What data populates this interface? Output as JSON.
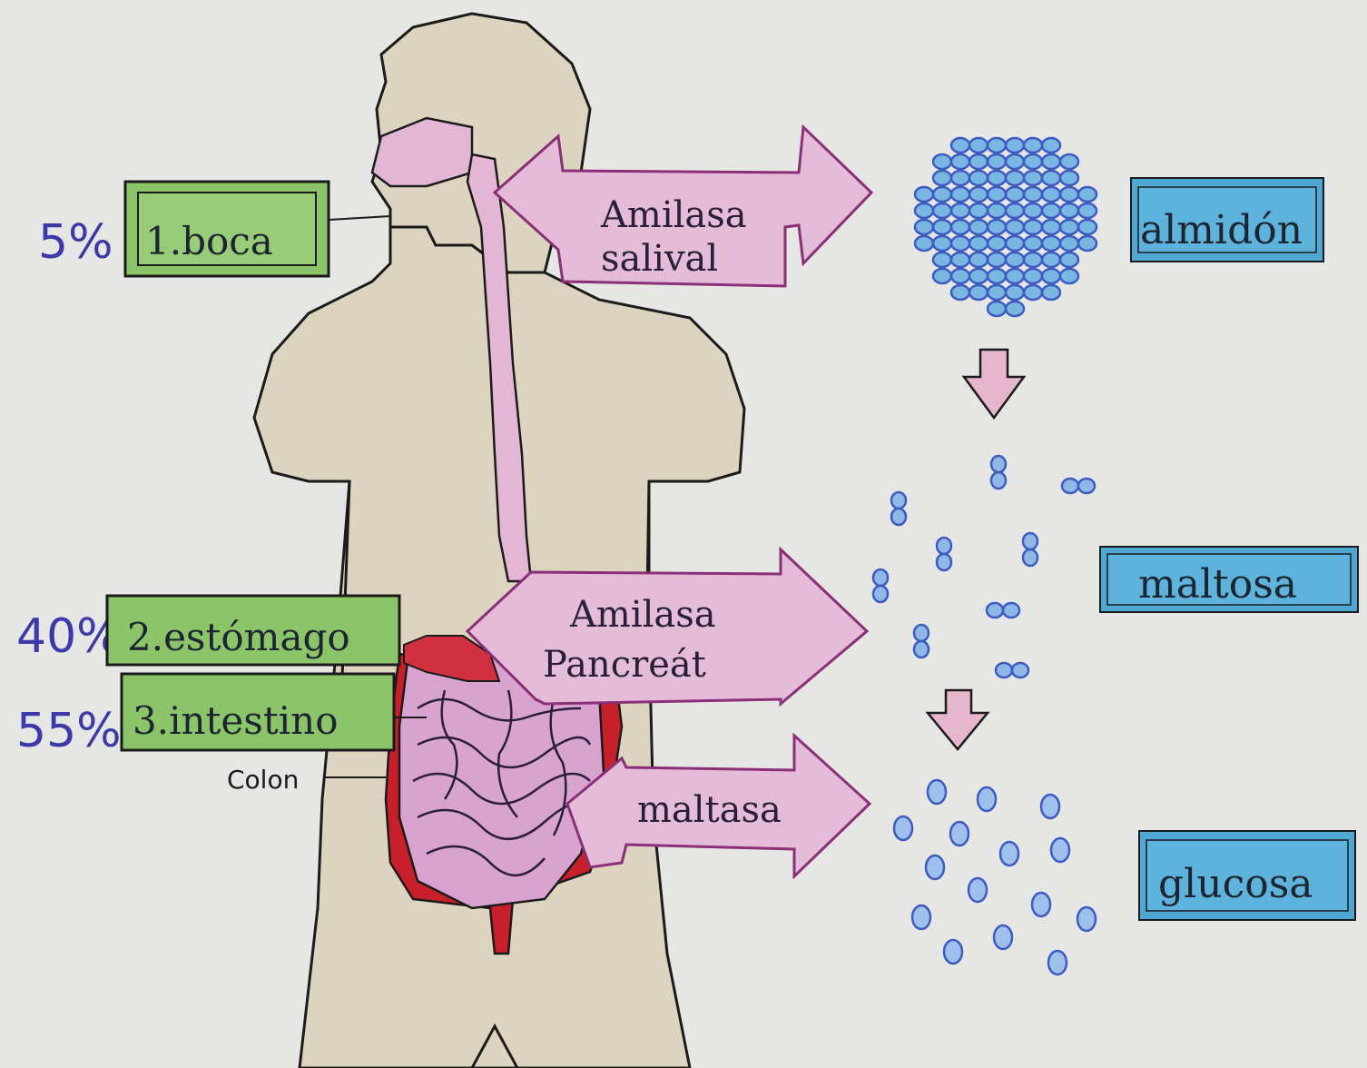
{
  "organs": [
    {
      "percent": "5%",
      "label": "1.boca"
    },
    {
      "percent": "40%",
      "label": "2.estómago"
    },
    {
      "percent": "55%",
      "label": "3.intestino"
    }
  ],
  "colon_label": "Colon",
  "enzymes": [
    {
      "line1": "Amilasa",
      "line2": "salival"
    },
    {
      "line1": "Amilasa",
      "line2": "Pancreát"
    },
    {
      "line1": "maltasa",
      "line2": ""
    }
  ],
  "products": [
    "almidón",
    "maltosa",
    "glucosa"
  ],
  "colors": {
    "background": "#e6e6e4",
    "skin": "#dcd4bf",
    "tract": "#e4b6d6",
    "arrow_fill": "#e4bcd8",
    "arrow_stroke": "#8b2f78",
    "organ_box": "#8cc46a",
    "product_box": "#4fa8d4",
    "molecule": "#3c5cc0",
    "red_organ": "#c8202a",
    "intestine": "#d9a3cf"
  }
}
